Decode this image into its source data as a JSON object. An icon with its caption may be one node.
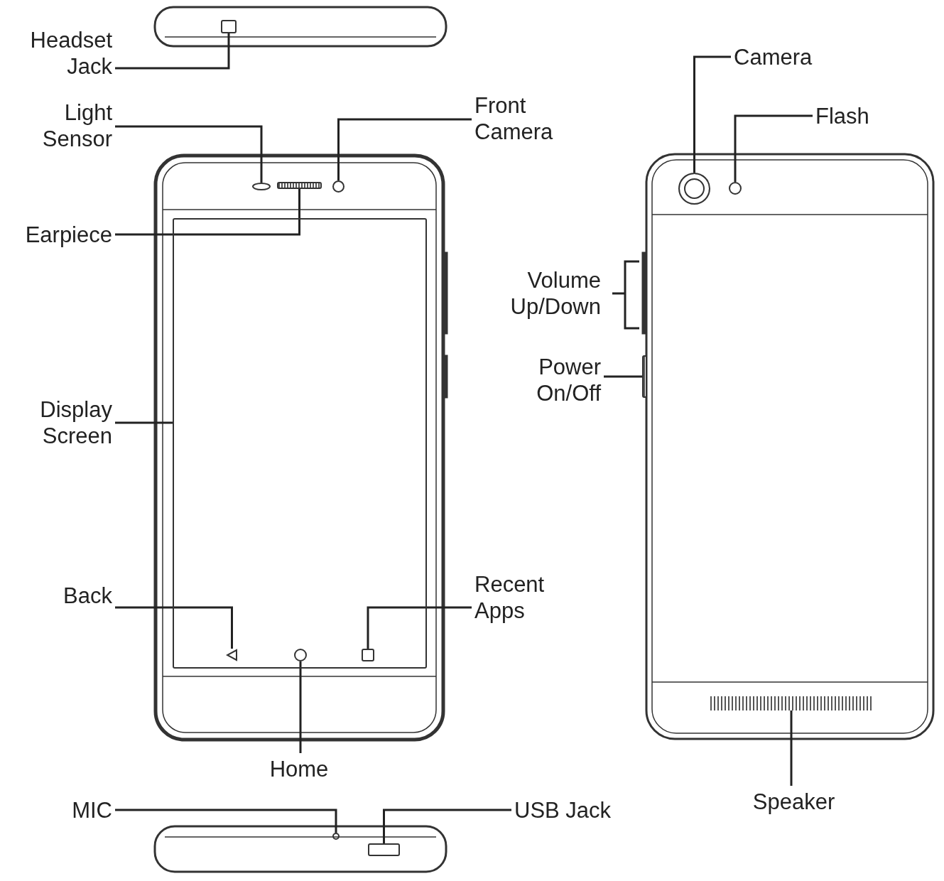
{
  "diagram": {
    "nodes": [
      {
        "text": [
          "Headset Jack"
        ]
      },
      {
        "text": [],
        "shape": "box"
      },
      {
        "text": [
          "Light Sensor"
        ]
      },
      {
        "text": [],
        "shape": "oval"
      },
      {
        "text": [
          "Front Camera"
        ]
      },
      {
        "text": [],
        "shape": "circle"
      },
      {
        "text": [
          "Earpiece"
        ]
      },
      {
        "text": [],
        "shape": "bar"
      },
      {
        "text": [
          "Display Screen"
        ]
      },
      {
        "text": [],
        "shape": "box"
      },
      {
        "text": [
          "Back"
        ]
      },
      {
        "text": [],
        "shape": "triangle",
        "in": 9
      },
      {
        "text": [
          "Recent Apps"
        ]
      },
      {
        "text": [],
        "shape": "box",
        "in": 9
      },
      {
        "text": [
          "Home"
        ]
      },
      {
        "text": [],
        "shape": "circle",
        "in": 9
      },
      {
        "text": [
          "MIC"
        ]
      },
      {
        "text": [
          "USB Jack"
        ]
      },
      {
        "text": [],
        "shape": "box"
      },
      {
        "text": [
          "Camera"
        ]
      },
      {
        "text": [],
        "shape": "circle"
      },
      {
        "text": [
          "Flash"
        ]
      },
      {
        "text": [],
        "shape": "circle"
      },
      {
        "text": [
          "Power On/Off"
        ]
      },
      {
        "text": [],
        "shape": "bar"
      },
      {
        "text": [
          "Speaker"
        ]
      },
      {
        "text": [],
        "shape": "grille"
      },
      {
        "text": [],
        "shape": "circle"
      }
    ],
    "edges": [
      {
        "from": 0,
        "to": 1,
        "arrow": "none"
      },
      {
        "from": 2,
        "to": 3,
        "arrow": "none"
      },
      {
        "from": 4,
        "to": 5,
        "arrow": "none"
      },
      {
        "from": 6,
        "to": 7,
        "arrow": "none"
      },
      {
        "from": 8,
        "to": 9,
        "arrow": "none"
      },
      {
        "from": 10,
        "to": 11,
        "arrow": "none"
      },
      {
        "from": 12,
        "to": 13,
        "arrow": "none"
      },
      {
        "from": 14,
        "to": 15,
        "arrow": "none"
      },
      {
        "from": 16,
        "to": 27,
        "arrow": "none"
      },
      {
        "from": 17,
        "to": 18,
        "arrow": "none"
      },
      {
        "from": 19,
        "to": 20,
        "arrow": "none"
      },
      {
        "from": 21,
        "to": 22,
        "arrow": "none"
      },
      {
        "from": 23,
        "to": 24,
        "arrow": "none"
      },
      {
        "from": 25,
        "to": 26,
        "arrow": "none"
      }
    ],
    "labels": [
      "Volume Up/Down"
    ]
  }
}
